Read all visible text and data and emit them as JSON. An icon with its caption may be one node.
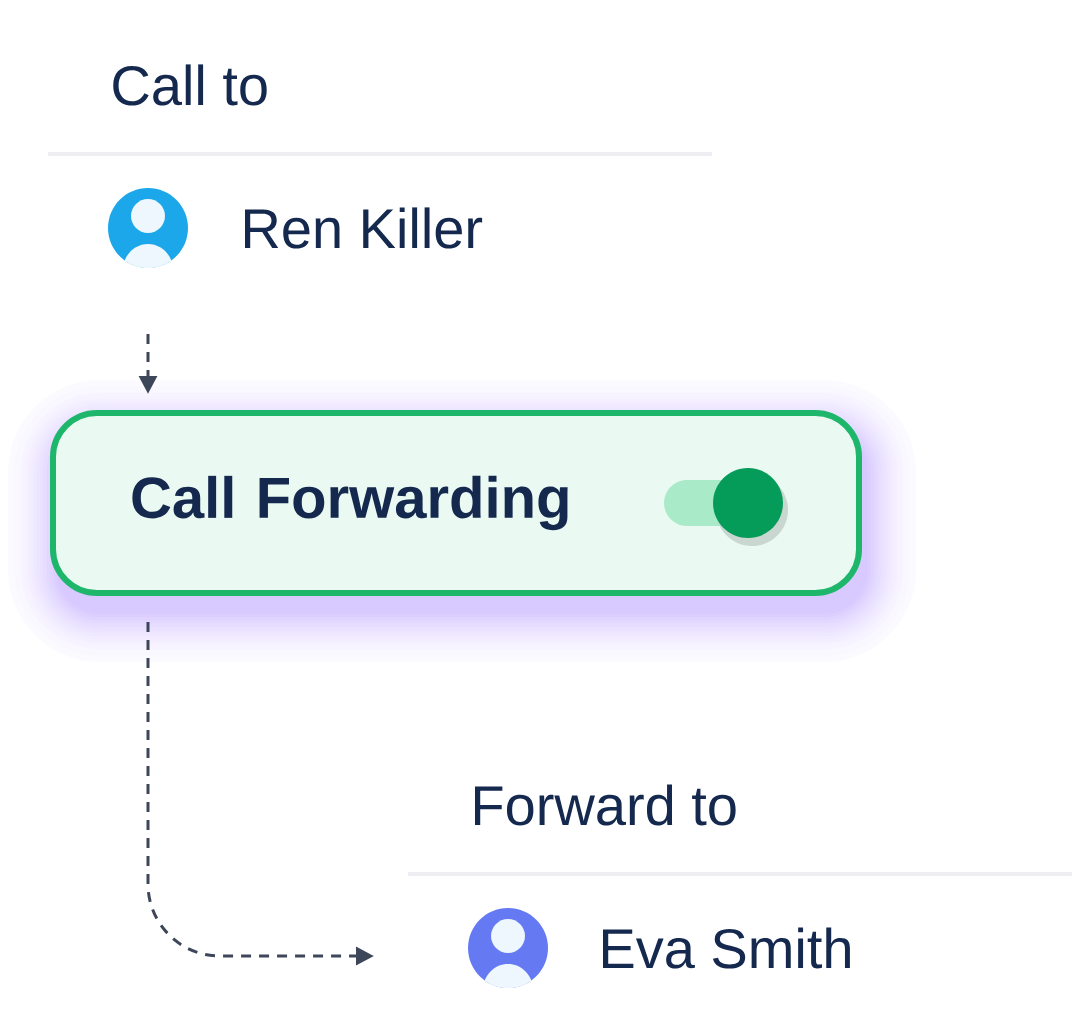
{
  "diagram": {
    "nodes": [
      {
        "text": [
          "Ren Killer"
        ]
      },
      {
        "text": [
          "Call Forwarding"
        ]
      },
      {
        "text": [
          "Eva Smith"
        ]
      }
    ],
    "edges": [
      {
        "from": 0,
        "to": 1,
        "arrow": "to",
        "style": "dashed"
      },
      {
        "from": 1,
        "to": 2,
        "arrow": "to",
        "style": "dashed"
      }
    ],
    "labels": [
      "Call to",
      "Forward to"
    ]
  }
}
